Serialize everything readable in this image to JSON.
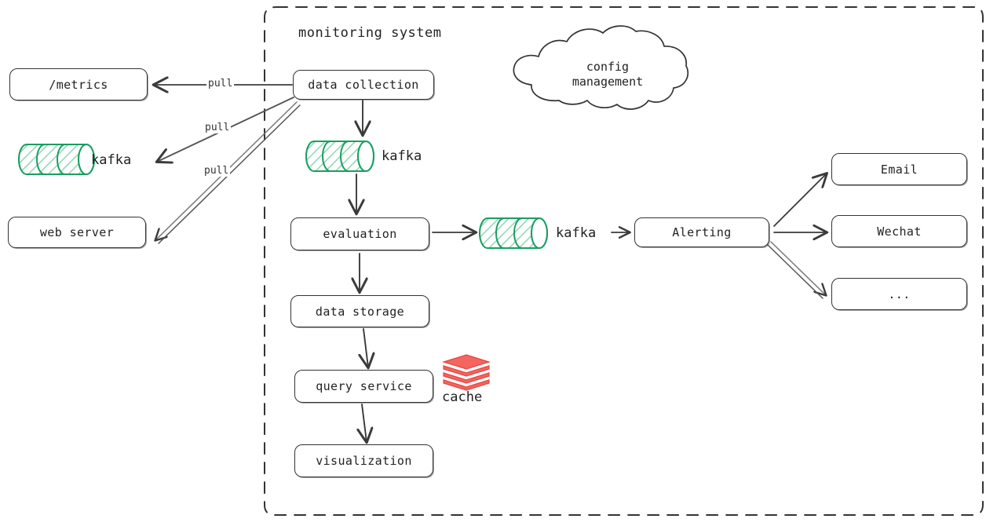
{
  "diagram": {
    "title": "monitoring system",
    "boundary": {
      "style": "dashed",
      "color": "#333333"
    }
  },
  "colors": {
    "stroke": "#333333",
    "text": "#222222",
    "kafka_green": "#1a9e62",
    "kafka_fill": "#d9f2e3",
    "cache_red": "#f4655f",
    "cache_red_dark": "#e8453f",
    "background": "#ffffff"
  },
  "nodes": {
    "metrics": {
      "label": "/metrics"
    },
    "web_server": {
      "label": "web server"
    },
    "kafka_left": {
      "label": "kafka",
      "icon": "kafka-cylinder-icon"
    },
    "data_collection": {
      "label": "data collection"
    },
    "kafka_center": {
      "label": "kafka",
      "icon": "kafka-cylinder-icon"
    },
    "evaluation": {
      "label": "evaluation"
    },
    "kafka_alert": {
      "label": "kafka",
      "icon": "kafka-cylinder-icon"
    },
    "data_storage": {
      "label": "data storage"
    },
    "query_service": {
      "label": "query service"
    },
    "cache": {
      "label": "cache",
      "icon": "cache-stack-icon"
    },
    "visualization": {
      "label": "visualization"
    },
    "alerting": {
      "label": "Alerting"
    },
    "email": {
      "label": "Email"
    },
    "wechat": {
      "label": "Wechat"
    },
    "more": {
      "label": "..."
    },
    "config_management": {
      "label_line1": "config",
      "label_line2": "management",
      "shape": "cloud"
    }
  },
  "edges": [
    {
      "from": "data_collection",
      "to": "metrics",
      "label": "pull"
    },
    {
      "from": "data_collection",
      "to": "kafka_left",
      "label": "pull"
    },
    {
      "from": "data_collection",
      "to": "web_server",
      "label": "pull"
    },
    {
      "from": "data_collection",
      "to": "kafka_center",
      "label": ""
    },
    {
      "from": "kafka_center",
      "to": "evaluation",
      "label": ""
    },
    {
      "from": "evaluation",
      "to": "kafka_alert",
      "label": ""
    },
    {
      "from": "kafka_alert",
      "to": "alerting",
      "label": ""
    },
    {
      "from": "evaluation",
      "to": "data_storage",
      "label": ""
    },
    {
      "from": "data_storage",
      "to": "query_service",
      "label": ""
    },
    {
      "from": "query_service",
      "to": "visualization",
      "label": ""
    },
    {
      "from": "alerting",
      "to": "email",
      "label": ""
    },
    {
      "from": "alerting",
      "to": "wechat",
      "label": ""
    },
    {
      "from": "alerting",
      "to": "more",
      "label": ""
    }
  ]
}
